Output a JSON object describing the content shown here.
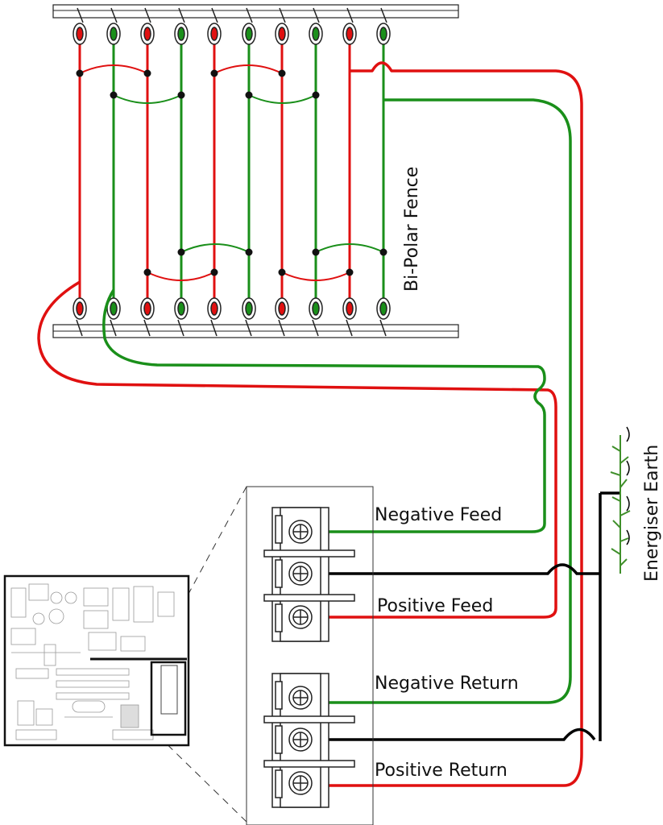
{
  "labels": {
    "fence": "Bi-Polar Fence",
    "earth": "Energiser Earth",
    "negative_feed": "Negative Feed",
    "positive_feed": "Positive Feed",
    "negative_return": "Negative Return",
    "positive_return": "Positive Return"
  },
  "colors": {
    "positive_wire": "#e01010",
    "negative_wire": "#1a8f1a",
    "earth_wire": "#000000",
    "grass": "#3f8f2a"
  }
}
